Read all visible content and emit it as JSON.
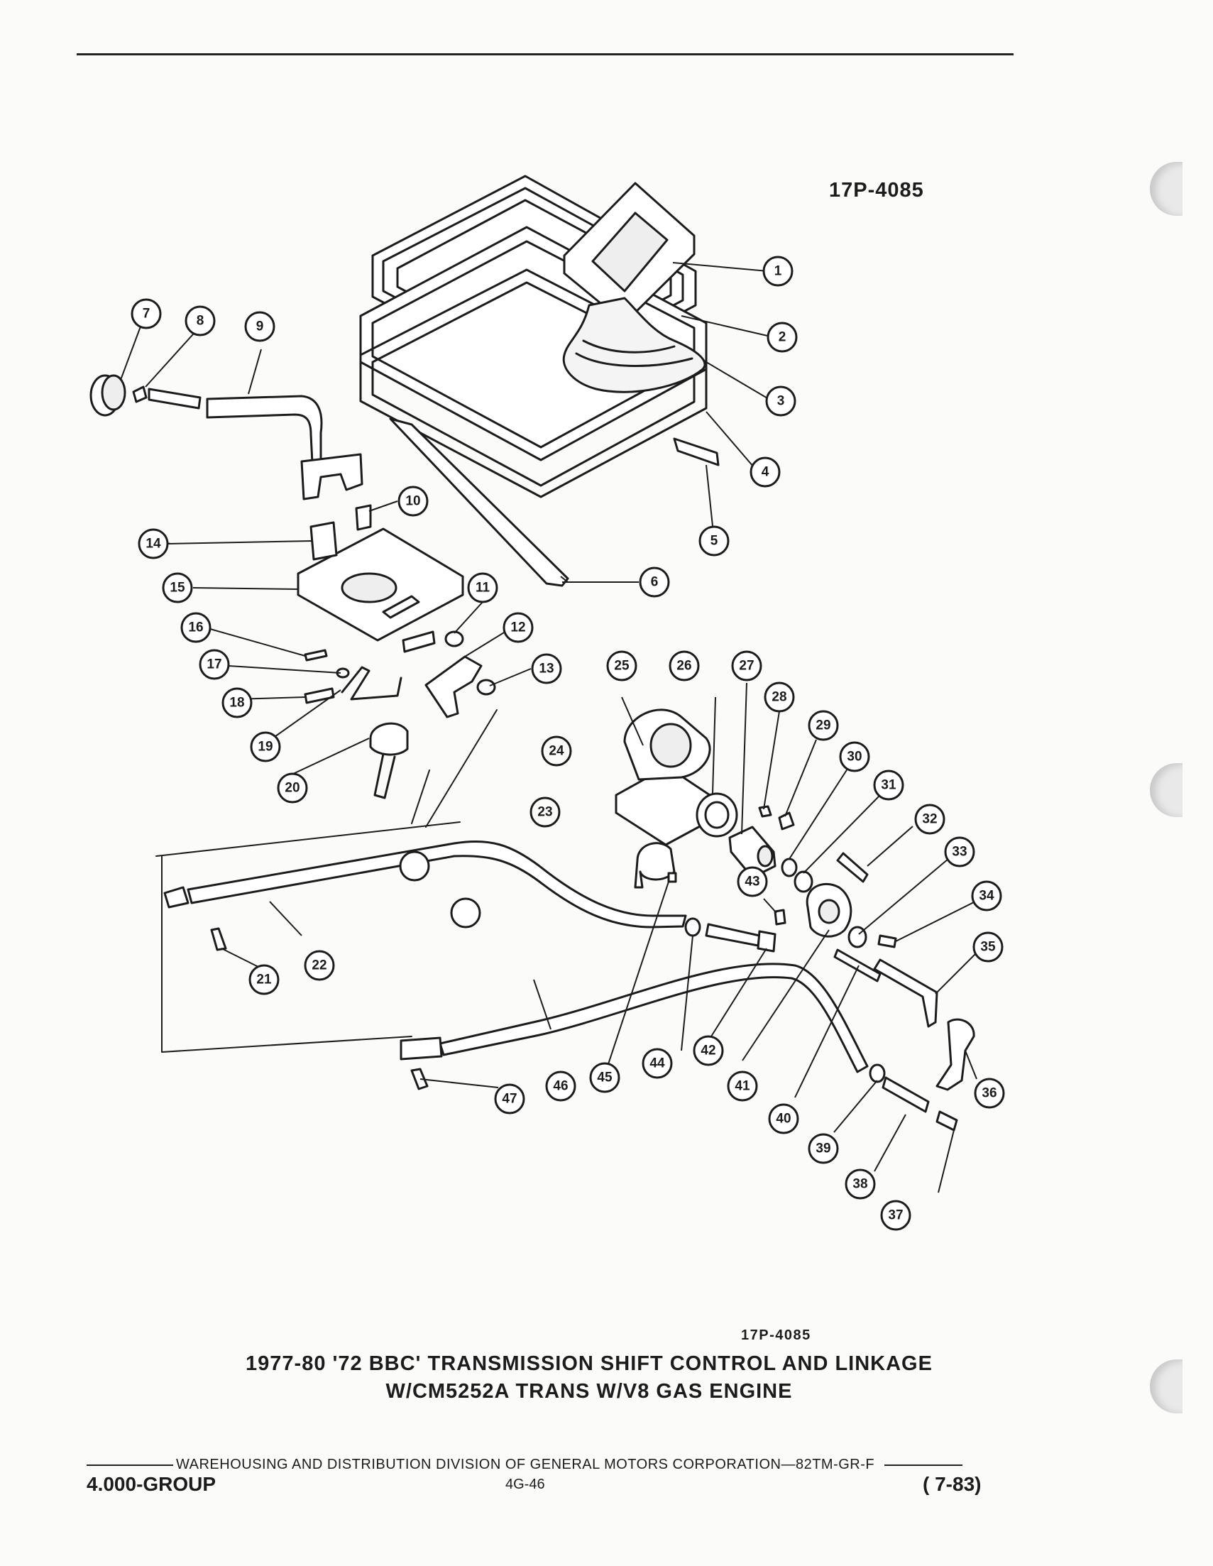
{
  "figure_code_top": "17P-4085",
  "figure_code_bottom": "17P-4085",
  "title": {
    "line1": "1977-80 '72 BBC' TRANSMISSION SHIFT CONTROL AND LINKAGE",
    "line2": "W/CM5252A TRANS W/V8 GAS ENGINE"
  },
  "footer": {
    "division_line": "WAREHOUSING AND DISTRIBUTION DIVISION OF GENERAL MOTORS CORPORATION—82TM-GR-F",
    "group": "4.000-GROUP",
    "page": "4G-46",
    "date": "( 7-83)"
  },
  "callouts": [
    "1",
    "2",
    "3",
    "4",
    "5",
    "6",
    "7",
    "8",
    "9",
    "10",
    "11",
    "12",
    "13",
    "14",
    "15",
    "16",
    "17",
    "18",
    "19",
    "20",
    "21",
    "22",
    "23",
    "24",
    "25",
    "26",
    "27",
    "28",
    "29",
    "30",
    "31",
    "32",
    "33",
    "34",
    "35",
    "36",
    "37",
    "38",
    "39",
    "40",
    "41",
    "42",
    "43",
    "44",
    "45",
    "46",
    "47"
  ],
  "colors": {
    "ink": "#1c1c1c",
    "paper": "#fbfbfa"
  }
}
